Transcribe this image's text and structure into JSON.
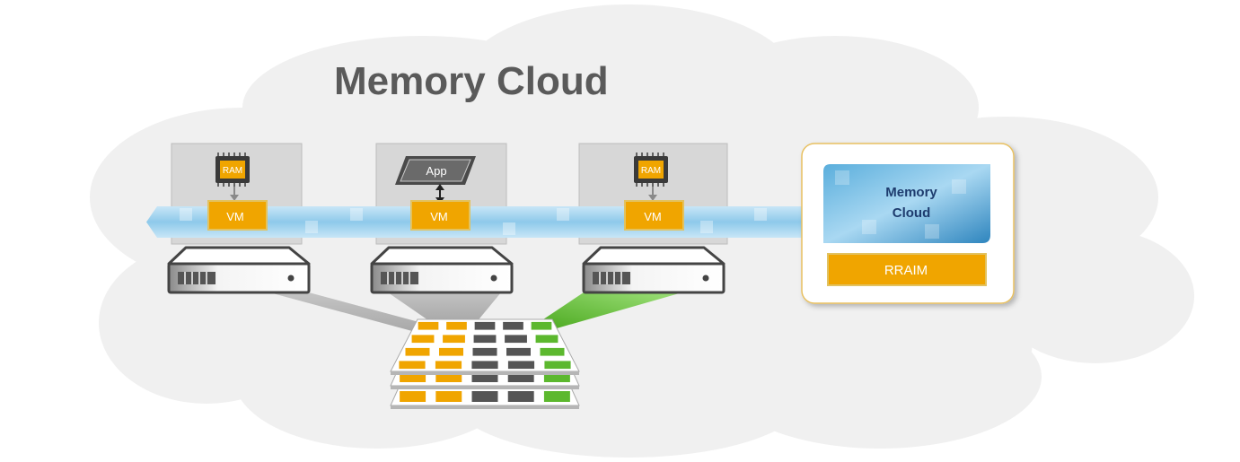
{
  "title": "Memory Cloud",
  "servers": [
    {
      "top_component": "chip",
      "top_label": "RAM",
      "vm_label": "VM"
    },
    {
      "top_component": "app",
      "top_label": "App",
      "vm_label": "VM"
    },
    {
      "top_component": "chip",
      "top_label": "RAM",
      "vm_label": "VM"
    }
  ],
  "panel": {
    "banner_line1": "Memory",
    "banner_line2": "Cloud",
    "bar_label": "RRAIM"
  },
  "colors": {
    "cloud": "#f0f0f0",
    "orange": "#f0a500",
    "green": "#5cb82e",
    "dark_tile": "#555555",
    "band_blue": "#8ec9ea",
    "text_gray": "#5a5a5a",
    "panel_border": "#e8c060"
  },
  "icons": [
    "ram-chip-icon",
    "app-icon",
    "server-icon",
    "double-arrow-icon",
    "down-arrow-icon",
    "memory-grid-icon"
  ]
}
